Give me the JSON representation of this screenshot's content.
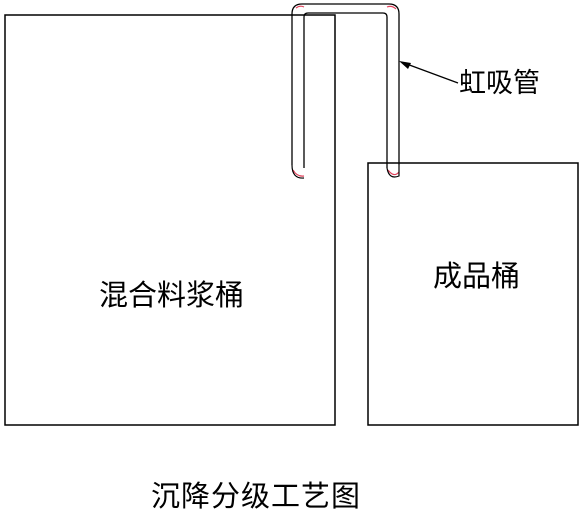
{
  "labels": {
    "slurry_tank": "混合料浆桶",
    "product_tank": "成品桶",
    "siphon": "虹吸管"
  },
  "caption": "沉降分级工艺图",
  "colors": {
    "line": "#000000",
    "pipe_end": "#e0405a"
  }
}
